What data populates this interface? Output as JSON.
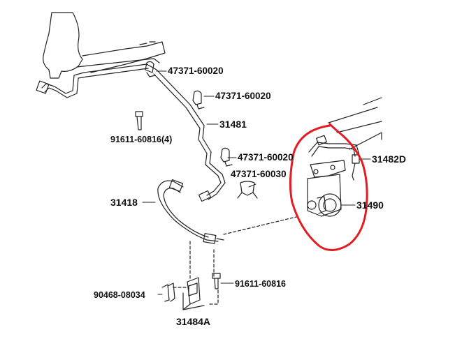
{
  "diagram": {
    "part_labels": {
      "p1": "47371-60020",
      "p2": "47371-60020",
      "p3": "31481",
      "p4": "91611-60816(4)",
      "p5": "47371-60020",
      "p6": "31482D",
      "p7": "47371-60030",
      "p8": "31418",
      "p9": "31490",
      "p10": "91611-60816",
      "p11": "90468-08034",
      "p12": "31484A"
    },
    "colors": {
      "line": "#222222",
      "highlight": "#e31b23"
    }
  }
}
